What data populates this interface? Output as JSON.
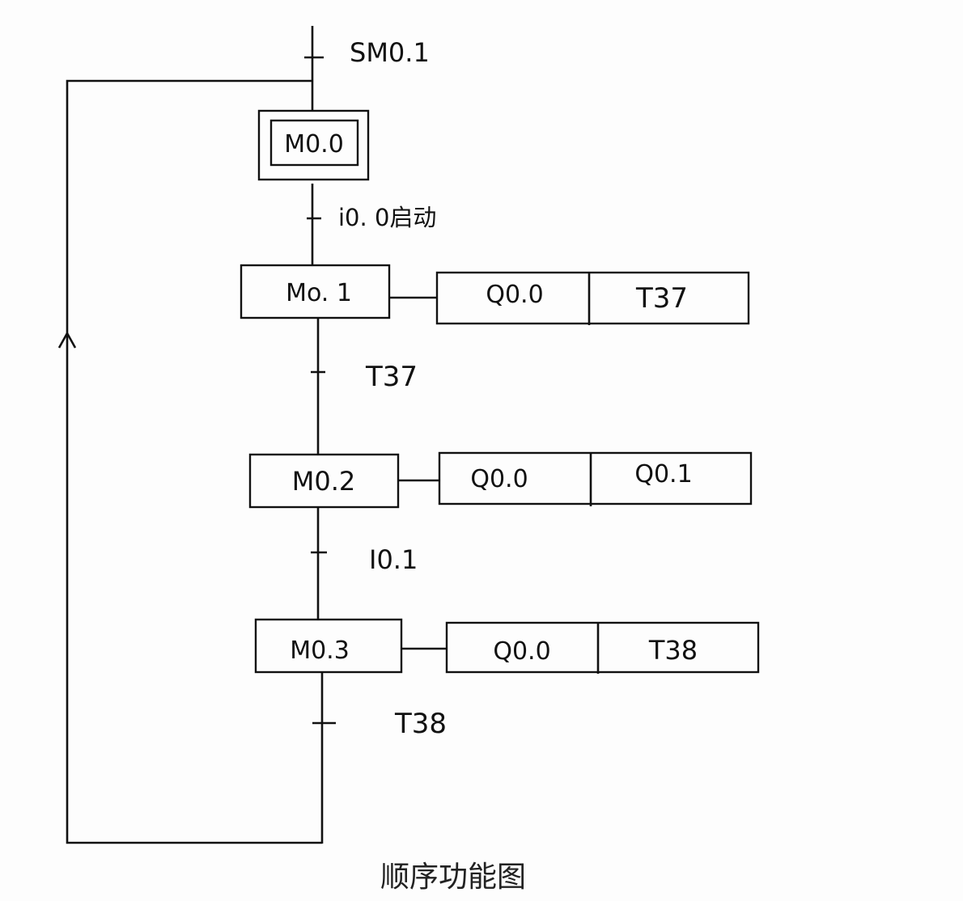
{
  "diagram": {
    "type": "sequential-function-chart",
    "caption": "顺序功能图",
    "initial_transition": "SM0.1",
    "initial_step": "M0.0",
    "steps": [
      {
        "id": "M0.0",
        "label": "M0.0",
        "initial": true,
        "actions": []
      },
      {
        "id": "M0.1",
        "label": "Mo. 1",
        "initial": false,
        "actions": [
          "Q0.0",
          "T37"
        ]
      },
      {
        "id": "M0.2",
        "label": "M0.2",
        "initial": false,
        "actions": [
          "Q0.0",
          "Q0.1"
        ]
      },
      {
        "id": "M0.3",
        "label": "M0.3",
        "initial": false,
        "actions": [
          "Q0.0",
          "T38"
        ]
      }
    ],
    "transitions": [
      {
        "from": "M0.0",
        "to": "M0.1",
        "label": "i0. 0启动"
      },
      {
        "from": "M0.1",
        "to": "M0.2",
        "label": "T37"
      },
      {
        "from": "M0.2",
        "to": "M0.3",
        "label": "I0.1"
      },
      {
        "from": "M0.3",
        "to": "M0.0",
        "label": "T38"
      }
    ],
    "loop_back": {
      "from": "M0.3",
      "to": "M0.0",
      "arrow": "up"
    }
  }
}
